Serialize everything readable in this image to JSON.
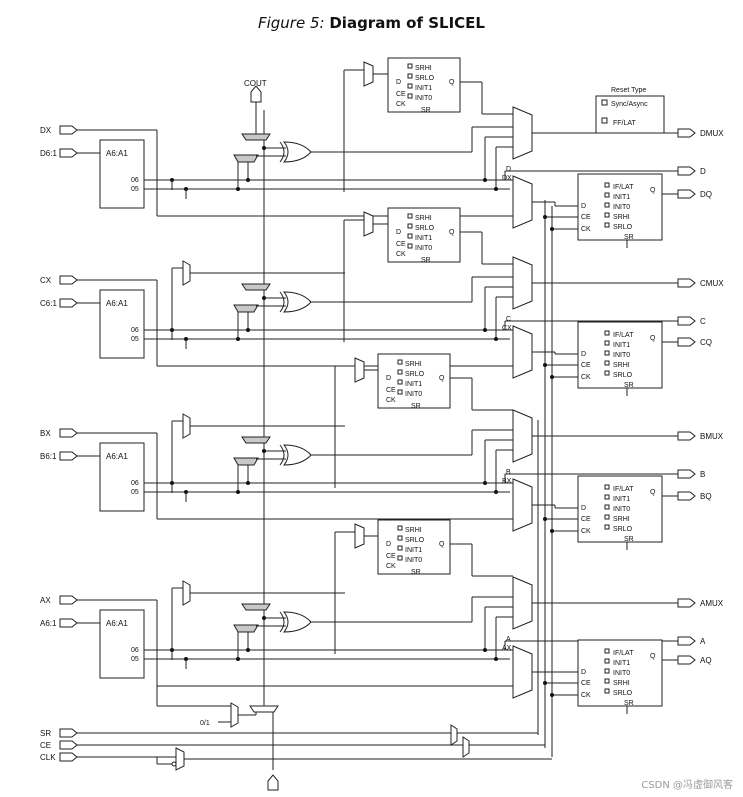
{
  "title": {
    "prefix": "Figure 5:",
    "main": "Diagram of SLICEL"
  },
  "top_output": "COUT",
  "reset_type": {
    "heading": "Reset Type",
    "opt1": "Sync/Async",
    "opt2": "FF/LAT"
  },
  "lanes": [
    {
      "x": "DX",
      "a": "D6:1",
      "lut": "A6:A1",
      "mux_out": "DMUX",
      "out": "D",
      "q_out": "DQ",
      "mux_in": "D",
      "mux_x": "DX"
    },
    {
      "x": "CX",
      "a": "C6:1",
      "lut": "A6:A1",
      "mux_out": "CMUX",
      "out": "C",
      "q_out": "CQ",
      "mux_in": "C",
      "mux_x": "CX"
    },
    {
      "x": "BX",
      "a": "B6:1",
      "lut": "A6:A1",
      "mux_out": "BMUX",
      "out": "B",
      "q_out": "BQ",
      "mux_in": "B",
      "mux_x": "BX"
    },
    {
      "x": "AX",
      "a": "A6:1",
      "lut": "A6:A1",
      "mux_out": "AMUX",
      "out": "A",
      "q_out": "AQ",
      "mux_in": "A",
      "mux_x": "AX"
    }
  ],
  "lut_pins": {
    "o6": "06",
    "o5": "05"
  },
  "ff_full": {
    "l1": "IF/LAT",
    "l2": "INIT1",
    "l3": "INIT0",
    "l4": "SRHI",
    "l5": "SRLO",
    "d": "D",
    "ce": "CE",
    "ck": "CK",
    "q": "Q",
    "sr": "SR"
  },
  "ff_small": {
    "l1": "SRHI",
    "l2": "SRLO",
    "l3": "INIT1",
    "l4": "INIT0",
    "d": "D",
    "ce": "CE",
    "ck": "CK",
    "q": "Q",
    "sr": "SR"
  },
  "bottom_inputs": {
    "sr": "SR",
    "ce": "CE",
    "clk": "CLK",
    "const": "0/1"
  },
  "watermark": "CSDN @冯虚御风客"
}
